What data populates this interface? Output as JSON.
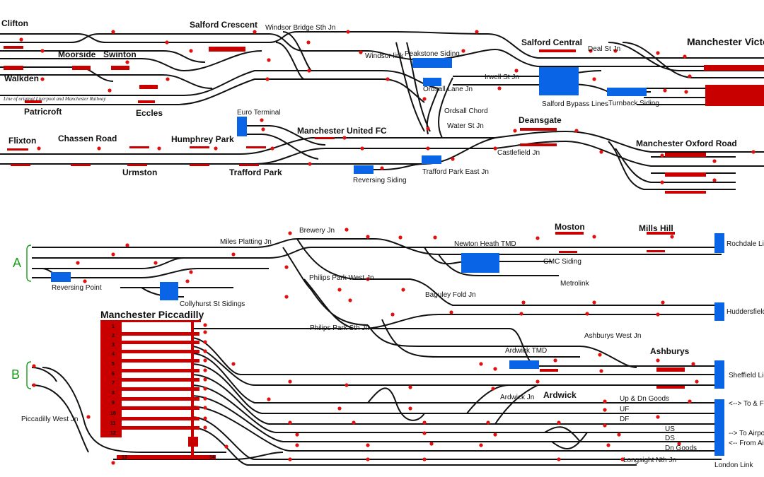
{
  "sections": {
    "a": "A",
    "b": "B"
  },
  "upper": {
    "stations": {
      "clifton": "Clifton",
      "salford_crescent": "Salford Crescent",
      "moorside": "Moorside",
      "swinton": "Swinton",
      "walkden": "Walkden",
      "patricroft": "Patricroft",
      "eccles": "Eccles",
      "salford_central": "Salford Central",
      "manchester_victoria": "Manchester Victoria",
      "flixton": "Flixton",
      "chassen_road": "Chassen Road",
      "humphrey_park": "Humphrey Park",
      "urmston": "Urmston",
      "trafford_park": "Trafford Park",
      "manchester_united_fc": "Manchester United FC",
      "deansgate": "Deansgate",
      "manchester_oxford_road": "Manchester Oxford Road"
    },
    "labels": {
      "windsor_bridge": "Windsor Bridge Sth Jn",
      "windsor_link": "Windsor link",
      "peakstone_siding": "Peakstone Siding",
      "deal_st": "Deal St Jn",
      "irwell_st": "Irwell St Jn",
      "ordsall_lane": "Ordsall Lane Jn",
      "salford_bypass": "Salford Bypass Lines",
      "turnback_siding": "Turnback Siding",
      "ordsall_chord": "Ordsall Chord",
      "water_st": "Water St Jn",
      "euro_terminal": "Euro Terminal",
      "castlefield": "Castlefield Jn",
      "reversing_siding": "Reversing Siding",
      "trafford_park_east": "Trafford Park East Jn",
      "original_line_note": "Line of original Liverpool and Manchester Railway"
    }
  },
  "lower": {
    "stations": {
      "moston": "Moston",
      "mills_hill": "Mills Hill",
      "manchester_piccadilly": "Manchester Piccadilly",
      "ashburys": "Ashburys",
      "ardwick": "Ardwick"
    },
    "labels": {
      "miles_platting": "Miles Platting Jn",
      "brewery": "Brewery Jn",
      "newton_heath": "Newton Heath TMD",
      "rochdale": "Rochdale Line",
      "reversing_point": "Reversing Point",
      "collyhurst": "Collyhurst St Sidings",
      "gmc_siding": "GMC Siding",
      "metrolink": "Metrolink",
      "philips_park_west": "Philips Park West Jn",
      "baguley_fold": "Baguley Fold Jn",
      "huddersfield": "Huddersfield Line",
      "philips_park_sth": "Philips Park Sth Jn",
      "ashburys_west": "Ashburys West Jn",
      "ardwick_tmd": "Ardwick TMD",
      "sheffield": "Sheffield Line",
      "piccadilly_west": "Piccadilly West Jn",
      "ardwick_jn": "Ardwick Jn",
      "up_dn_goods": "Up & Dn Goods",
      "uf": "UF",
      "df": "DF",
      "us": "US",
      "ds": "DS",
      "dn_goods": "Dn Goods",
      "to_from": "<--> To & From",
      "to_airport": "--> To Airport",
      "from_airport": "<-- From Airport",
      "longsight": "Longsight Nth Jn",
      "london_link": "London Link"
    },
    "platform_numbers": [
      "1",
      "2",
      "3",
      "4",
      "5",
      "6",
      "7",
      "8",
      "9",
      "10",
      "11",
      "12",
      "13",
      "14"
    ]
  },
  "colors": {
    "platform": "#c80000",
    "siding": "#0a64e6",
    "signal": "#e01010",
    "section_label": "#1a9a1a"
  }
}
